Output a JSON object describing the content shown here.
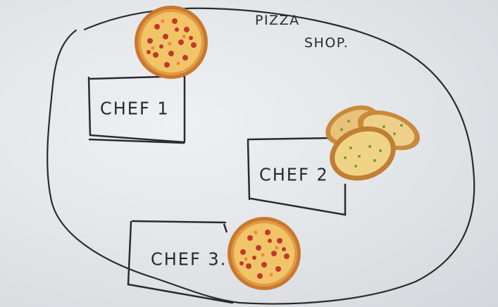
{
  "title": {
    "line1": "PIZZA",
    "line2": "SHOP."
  },
  "chefs": [
    {
      "label": "CHEF 1",
      "dish": "pizza"
    },
    {
      "label": "CHEF 2",
      "dish": "garlic-bread"
    },
    {
      "label": "CHEF 3.",
      "dish": "pizza"
    }
  ],
  "colors": {
    "board": "#e6e9ec",
    "marker": "#2a2a2a",
    "pizza_crust": "#d9913a",
    "pizza_cheese": "#f3c76a",
    "topping": "#c0392b",
    "bread": "#e2a552",
    "herb": "#7a9a3a"
  }
}
